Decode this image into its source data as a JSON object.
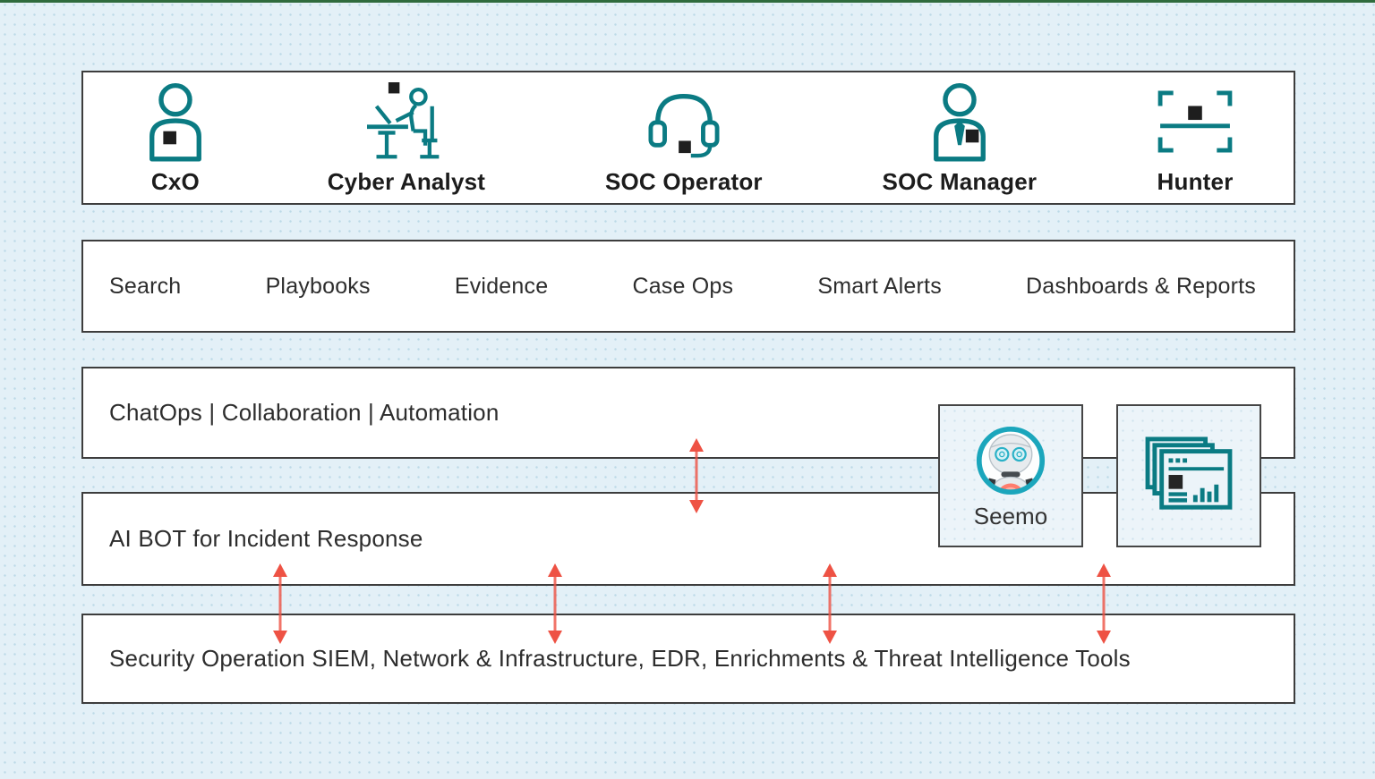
{
  "theme": {
    "background": "#e3f0f7",
    "top_rule_green": "#2f6b3d",
    "row_background": "#ffffff",
    "row_border": "#3d3d3d",
    "side_box_background": "#ecf4f9",
    "icon_teal": "#0b7b83",
    "seemo_ring_cyan": "#1ba6bc",
    "arrow_red": "#ee5244",
    "text_dark": "#1c1c1c"
  },
  "personas": {
    "items": [
      {
        "label": "CxO",
        "icon": "cxo-person-icon"
      },
      {
        "label": "Cyber Analyst",
        "icon": "analyst-at-desk-icon"
      },
      {
        "label": "SOC Operator",
        "icon": "headset-icon"
      },
      {
        "label": "SOC Manager",
        "icon": "manager-person-icon"
      },
      {
        "label": "Hunter",
        "icon": "scan-target-icon"
      }
    ]
  },
  "features": {
    "items": [
      "Search",
      "Playbooks",
      "Evidence",
      "Case Ops",
      "Smart Alerts",
      "Dashboards & Reports"
    ]
  },
  "layers": {
    "chatops_label": "ChatOps | Collaboration | Automation",
    "aibot_label": "AI BOT for Incident Response",
    "tools_label": "Security Operation SIEM, Network & Infrastructure, EDR, Enrichments & Threat Intelligence Tools"
  },
  "assistant": {
    "label": "Seemo",
    "icon": "seemo-robot-icon"
  },
  "reports_box": {
    "icon": "dashboard-windows-icon"
  }
}
